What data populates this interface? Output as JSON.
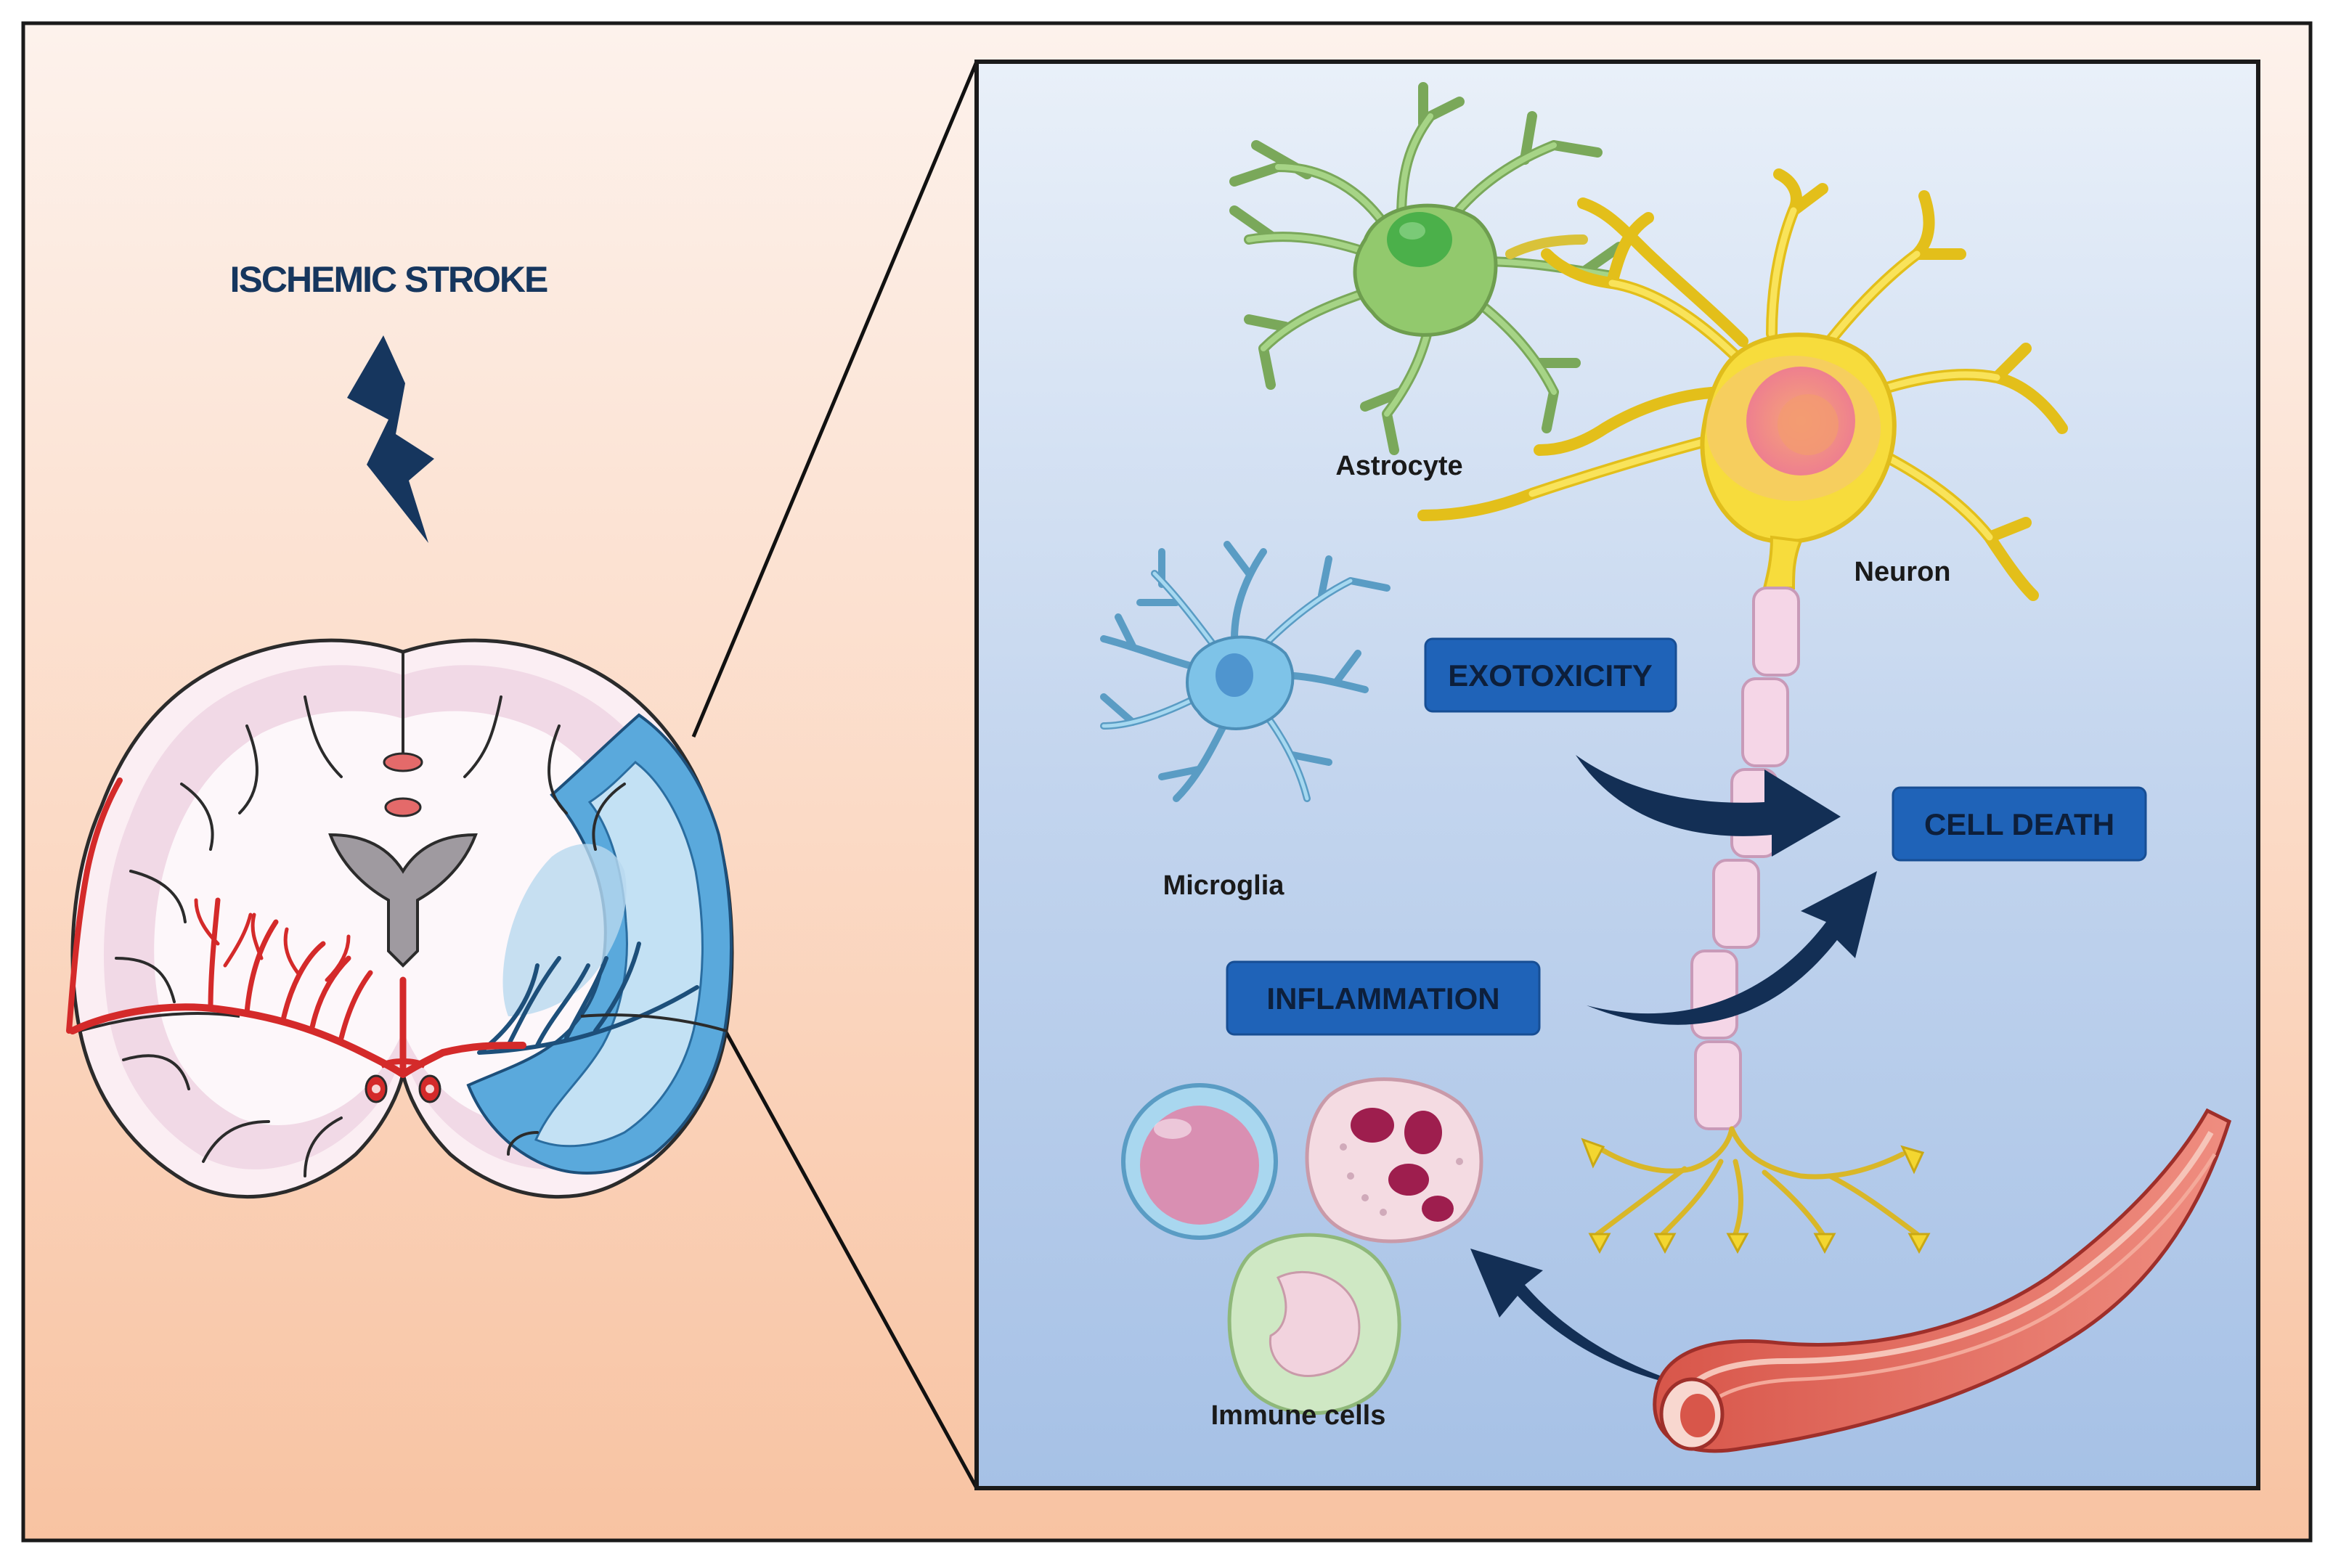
{
  "title": "ISCHEMIC STROKE",
  "cells": {
    "astrocyte": "Astrocyte",
    "neuron": "Neuron",
    "microglia": "Microglia",
    "immune": "Immune cells"
  },
  "processes": {
    "exotoxicity": "EXOTOXICITY",
    "inflammation": "INFLAMMATION",
    "cell_death": "CELL DEATH"
  },
  "colors": {
    "left_panel_top": "#fdeee6",
    "left_panel_bottom": "#f9c8a8",
    "right_panel_top": "#e6edf8",
    "right_panel_bottom": "#a9c3e6",
    "title_text": "#16365e",
    "arrow": "#132f55",
    "box_fill": "#1f63b8",
    "box_text": "#0d1f3b",
    "ischemic_region": "#5aa9dc",
    "artery_red": "#d42a2a",
    "astrocyte": "#8cc86a",
    "neuron": "#f7dc3c",
    "microglia": "#7ec3e8"
  }
}
